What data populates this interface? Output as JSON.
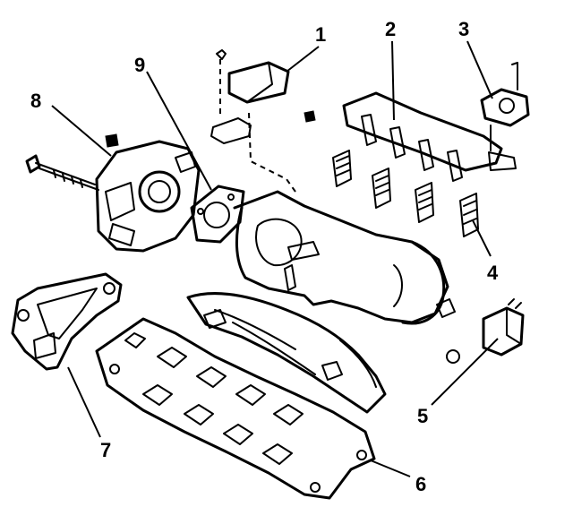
{
  "callouts": {
    "c1": "1",
    "c2": "2",
    "c3": "3",
    "c4": "4",
    "c5": "5",
    "c6": "6",
    "c7": "7",
    "c8": "8",
    "c9": "9"
  },
  "colors": {
    "ink": "#000000",
    "background": "#ffffff"
  }
}
